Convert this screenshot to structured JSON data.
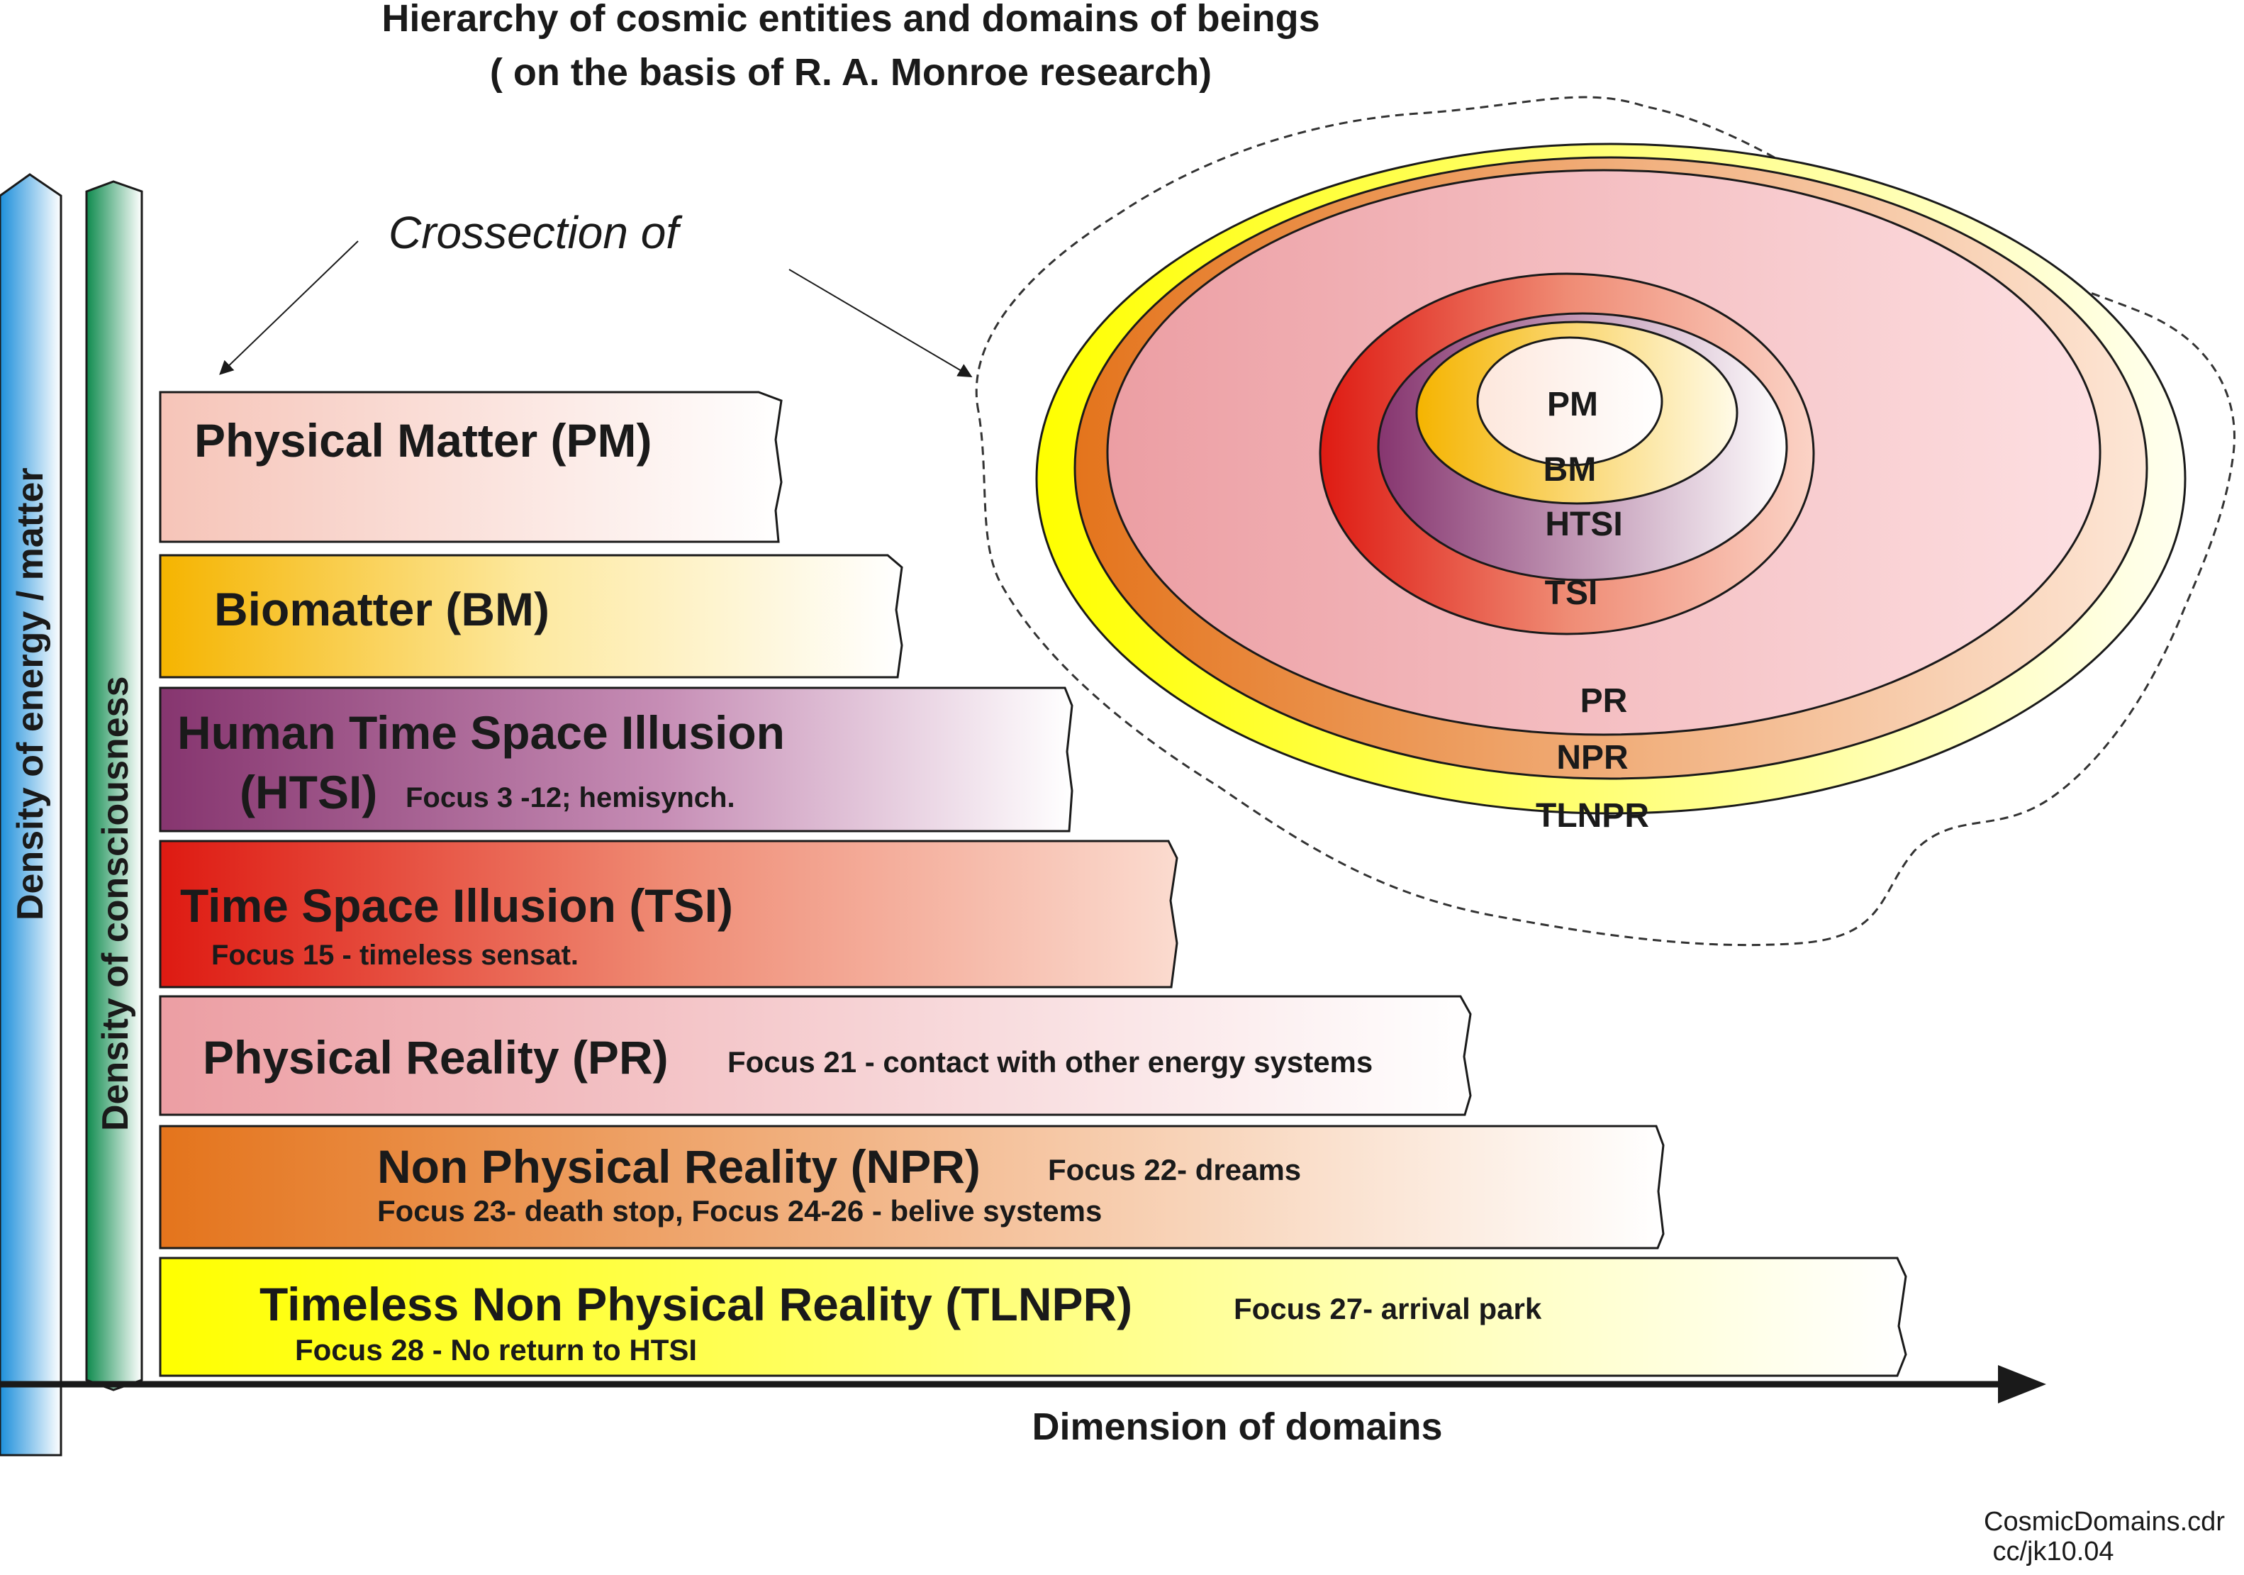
{
  "title": "Hierarchy of cosmic entities and domains of beings",
  "subtitle": "( on the basis of  R. A. Monroe research)",
  "crossection_label": "Crossection of",
  "axes": {
    "energy": "Density of energy / matter",
    "consciousness": "Density of consciousness",
    "domains": "Dimension of domains"
  },
  "bands": [
    {
      "id": "pm",
      "name": "Physical Matter (PM)",
      "line1_note": "",
      "line2": "",
      "gradient": [
        "#f8ccc0",
        "#ffffff"
      ]
    },
    {
      "id": "bm",
      "name": "Biomatter (BM)",
      "line1_note": "",
      "line2": "",
      "gradient": [
        "#f5b800",
        "#fffff0"
      ]
    },
    {
      "id": "htsi",
      "name": "Human Time Space Illusion",
      "name2": "(HTSI)",
      "line1_note": "",
      "line2": "Focus 3 -12; hemisynch.",
      "gradient": [
        "#8e3d7b",
        "#ffffff"
      ]
    },
    {
      "id": "tsi",
      "name": "Time Space Illusion (TSI)",
      "line1_note": "",
      "line2": "Focus 15 - timeless sensat.",
      "gradient": [
        "#e01b15",
        "#fbd5c8"
      ]
    },
    {
      "id": "pr",
      "name": "Physical Reality (PR)",
      "line1_note": "Focus 21 - contact with other energy systems",
      "line2": "",
      "gradient": [
        "#eea0a6",
        "#ffffff"
      ]
    },
    {
      "id": "npr",
      "name": "Non Physical Reality (NPR)",
      "line1_note": "Focus 22- dreams",
      "line2": "Focus 23- death stop, Focus 24-26 - belive systems",
      "gradient": [
        "#e87820",
        "#ffffff"
      ]
    },
    {
      "id": "tlnpr",
      "name": "Timeless Non Physical Reality (TLNPR)",
      "line1_note": "Focus 27- arrival park",
      "line2": "Focus 28 - No return to HTSI",
      "gradient": [
        "#ffff00",
        "#ffffff"
      ]
    }
  ],
  "rings": [
    {
      "id": "pm",
      "label": "PM"
    },
    {
      "id": "bm",
      "label": "BM"
    },
    {
      "id": "htsi",
      "label": "HTSI"
    },
    {
      "id": "tsi",
      "label": "TSI"
    },
    {
      "id": "pr",
      "label": "PR"
    },
    {
      "id": "npr",
      "label": "NPR"
    },
    {
      "id": "tlnpr",
      "label": "TLNPR"
    }
  ],
  "footer": {
    "filename": "CosmicDomains.cdr",
    "credit": "cc/jk10.04"
  },
  "colors": {
    "energy_bar": "#2b9fe0",
    "consciousness_bar": "#1a9a5a",
    "outline": "#1a1a1a"
  }
}
